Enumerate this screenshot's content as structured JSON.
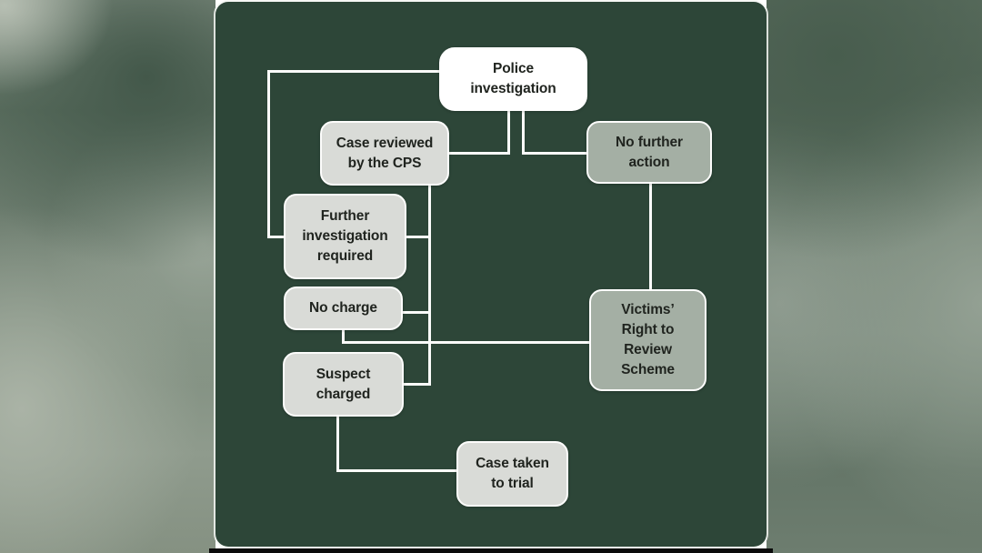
{
  "colors": {
    "panel_background": "#2d4638",
    "node_white_fill": "#ffffff",
    "node_light_fill": "#d9dbd7",
    "node_muted_fill": "#a4afa4",
    "connector": "#fbfcfa",
    "text": "#20241f"
  },
  "flowchart": {
    "nodes": [
      {
        "id": "police-investigation",
        "label": "Police\ninvestigation",
        "variant": "white"
      },
      {
        "id": "case-reviewed-cps",
        "label": "Case reviewed\nby the CPS",
        "variant": "light"
      },
      {
        "id": "no-further-action",
        "label": "No further\naction",
        "variant": "muted"
      },
      {
        "id": "further-investigation-required",
        "label": "Further\ninvestigation\nrequired",
        "variant": "light"
      },
      {
        "id": "no-charge",
        "label": "No charge",
        "variant": "light"
      },
      {
        "id": "victims-right-to-review",
        "label": "Victims’\nRight to\nReview\nScheme",
        "variant": "muted"
      },
      {
        "id": "suspect-charged",
        "label": "Suspect\ncharged",
        "variant": "light"
      },
      {
        "id": "case-taken-to-trial",
        "label": "Case taken\nto trial",
        "variant": "light"
      }
    ],
    "edges": [
      {
        "from": "police-investigation",
        "to": "further-investigation-required"
      },
      {
        "from": "police-investigation",
        "to": "case-reviewed-cps"
      },
      {
        "from": "police-investigation",
        "to": "no-further-action"
      },
      {
        "from": "case-reviewed-cps",
        "to": "further-investigation-required"
      },
      {
        "from": "case-reviewed-cps",
        "to": "no-charge"
      },
      {
        "from": "case-reviewed-cps",
        "to": "suspect-charged"
      },
      {
        "from": "no-charge",
        "to": "victims-right-to-review"
      },
      {
        "from": "no-further-action",
        "to": "victims-right-to-review"
      },
      {
        "from": "suspect-charged",
        "to": "case-taken-to-trial"
      }
    ]
  }
}
